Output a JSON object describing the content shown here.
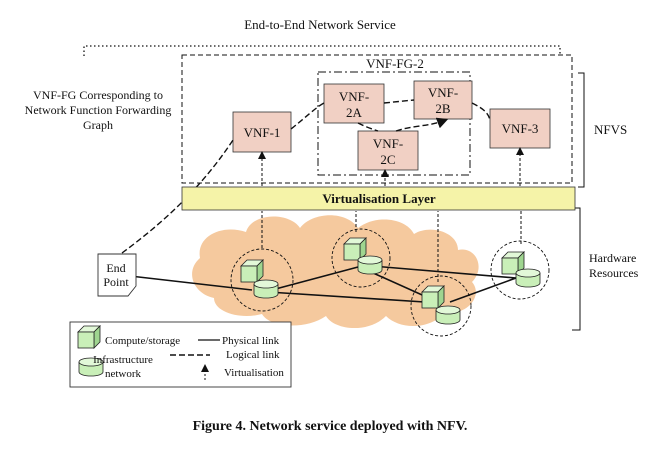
{
  "title": "End-to-End Network Service",
  "vnffg_label": [
    "VNF-FG Corresponding to",
    "Network Function Forwarding",
    "Graph"
  ],
  "vnffg2_label": "VNF-FG-2",
  "vnf1": "VNF-1",
  "vnf2a": [
    "VNF-",
    "2A"
  ],
  "vnf2b": [
    "VNF-",
    "2B"
  ],
  "vnf2c": [
    "VNF-",
    "2C"
  ],
  "vnf3": "VNF-3",
  "nfvs": "NFVS",
  "virtualisation_layer": "Virtualisation Layer",
  "hardware": [
    "Hardware",
    "Resources"
  ],
  "end_point": [
    "End",
    "Point"
  ],
  "legend": {
    "compute": "Compute/storage",
    "infra": [
      "Infrastructure",
      "network"
    ],
    "physical": "Physical link",
    "logical": "Logical link",
    "virtualisation": "Virtualisation"
  },
  "caption": "Figure 4. Network service deployed with NFV.",
  "colors": {
    "vnf_fill": "#f1d0c4",
    "layer_fill": "#f5f3a8",
    "cloud_fill": "#f5c99e",
    "node_fill": "#c9efb8"
  }
}
